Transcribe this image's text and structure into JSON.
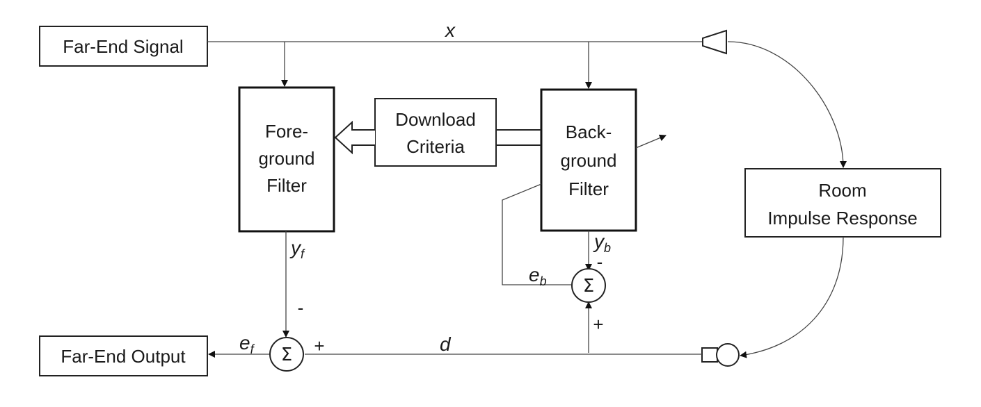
{
  "blocks": {
    "far_end_signal": "Far-End Signal",
    "far_end_output": "Far-End Output",
    "foreground_filter": [
      "Fore-",
      "ground",
      "Filter"
    ],
    "download_criteria": [
      "Download",
      "Criteria"
    ],
    "background_filter": [
      "Back-",
      "ground",
      "Filter"
    ],
    "room_impulse_response": [
      "Room",
      "Impulse Response"
    ]
  },
  "signals": {
    "x": "x",
    "d": "d",
    "y_f": "y",
    "y_f_sub": "f",
    "y_b": "y",
    "y_b_sub": "b",
    "e_f": "e",
    "e_f_sub": "f",
    "e_b": "e",
    "e_b_sub": "b"
  },
  "signs": {
    "sum_f_minus": "-",
    "sum_f_plus": "+",
    "sum_b_minus": "-",
    "sum_b_plus": "+"
  },
  "symbols": {
    "summation": "Σ"
  }
}
